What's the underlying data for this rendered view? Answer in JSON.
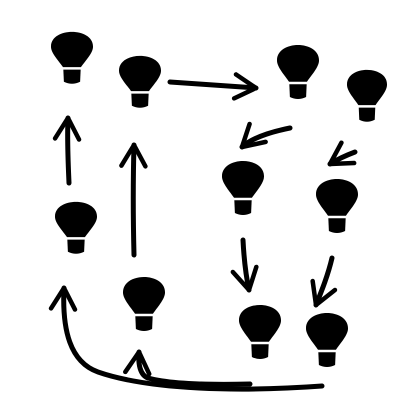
{
  "diagram": {
    "bulbs": [
      {
        "id": "bulb-1",
        "icon": "lightbulb-icon"
      },
      {
        "id": "bulb-2",
        "icon": "lightbulb-icon"
      },
      {
        "id": "bulb-3",
        "icon": "lightbulb-icon"
      },
      {
        "id": "bulb-4",
        "icon": "lightbulb-icon"
      },
      {
        "id": "bulb-5",
        "icon": "lightbulb-icon"
      },
      {
        "id": "bulb-6",
        "icon": "lightbulb-icon"
      },
      {
        "id": "bulb-7",
        "icon": "lightbulb-icon"
      },
      {
        "id": "bulb-8",
        "icon": "lightbulb-icon"
      },
      {
        "id": "bulb-9",
        "icon": "lightbulb-icon"
      },
      {
        "id": "bulb-10",
        "icon": "lightbulb-icon"
      }
    ],
    "arrows": [
      {
        "id": "arrow-2-to-3",
        "from": "bulb-2",
        "to": "bulb-3"
      },
      {
        "id": "arrow-3-to-5",
        "from": "bulb-3",
        "to": "bulb-5"
      },
      {
        "id": "arrow-4-to-6",
        "from": "bulb-4",
        "to": "bulb-6"
      },
      {
        "id": "arrow-5-to-9",
        "from": "bulb-5",
        "to": "bulb-9"
      },
      {
        "id": "arrow-6-to-10",
        "from": "bulb-6",
        "to": "bulb-10"
      },
      {
        "id": "arrow-10-to-7",
        "from": "bulb-10",
        "to": "bulb-7"
      },
      {
        "id": "arrow-9-to-8",
        "from": "bulb-9",
        "to": "bulb-8"
      },
      {
        "id": "arrow-7-to-1",
        "from": "bulb-7",
        "to": "bulb-1"
      },
      {
        "id": "arrow-8-to-2",
        "from": "bulb-8",
        "to": "bulb-2"
      }
    ],
    "colors": {
      "ink": "#000000",
      "background": "#ffffff"
    }
  }
}
